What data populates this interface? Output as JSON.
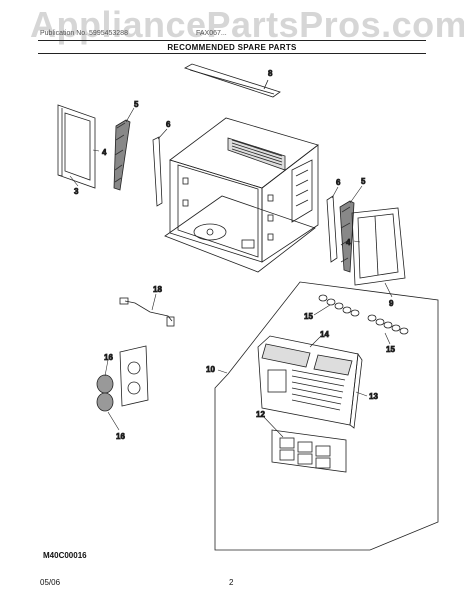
{
  "watermark": "AppliancePartsPros.com",
  "header": {
    "left": "Publication No. 5995453288",
    "right": "FAX067...",
    "subtitle": "RECOMMENDED SPARE PARTS"
  },
  "callouts": {
    "c8": "8",
    "c5a": "5",
    "c6a": "6",
    "c4a": "4",
    "c3": "3",
    "c6b": "6",
    "c5b": "5",
    "c4b": "4",
    "c9": "9",
    "c18": "18",
    "c15a": "15",
    "c15b": "15",
    "c14": "14",
    "c10": "10",
    "c13": "13",
    "c12": "12",
    "c16a": "16",
    "c16b": "16"
  },
  "diagram_code": "M40C00016",
  "footer": {
    "date": "05/06",
    "page": "2"
  }
}
